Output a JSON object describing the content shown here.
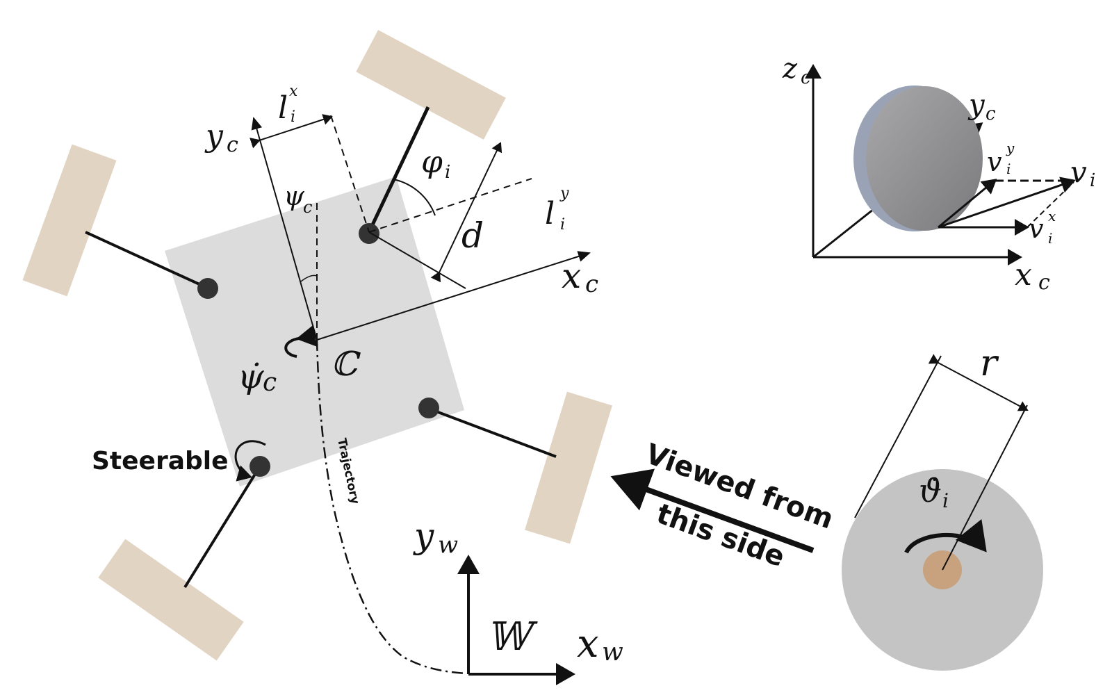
{
  "colors": {
    "chassis": "#dcdcdc",
    "wheel": "#e2d4c2",
    "hub": "#333333",
    "wheel_side": "#c4c4c4",
    "axle_core": "#c8a27e"
  },
  "labels": {
    "yc": "y",
    "yc_sub": "c",
    "xc": "x",
    "xc_sub": "c",
    "lix": "l",
    "lix_sup": "x",
    "lix_sub": "i",
    "liy": "l",
    "liy_sup": "y",
    "liy_sub": "i",
    "phi": "φ",
    "phi_sub": "i",
    "d": "d",
    "psi": "ψ",
    "psi_sub": "c",
    "psidot": "ψ̇",
    "psidot_sub": "c",
    "center": "ℂ",
    "steerable": "Steerable",
    "trajectory": "Trajectory",
    "yw": "y",
    "yw_sub": "w",
    "xw": "x",
    "xw_sub": "w",
    "world": "𝕎",
    "viewed_line1": "Viewed from",
    "viewed_line2": "this side",
    "zc3": "z",
    "zc3_sub": "c",
    "yc3": "y",
    "yc3_sub": "c",
    "xc3": "x",
    "xc3_sub": "c",
    "vi": "v",
    "vi_sub": "i",
    "viy": "v",
    "viy_sup": "y",
    "viy_sub": "i",
    "vix": "v",
    "vix_sup": "x",
    "vix_sub": "i",
    "r": "r",
    "thetadot": "ϑ̇",
    "thetadot_sub": "i"
  }
}
